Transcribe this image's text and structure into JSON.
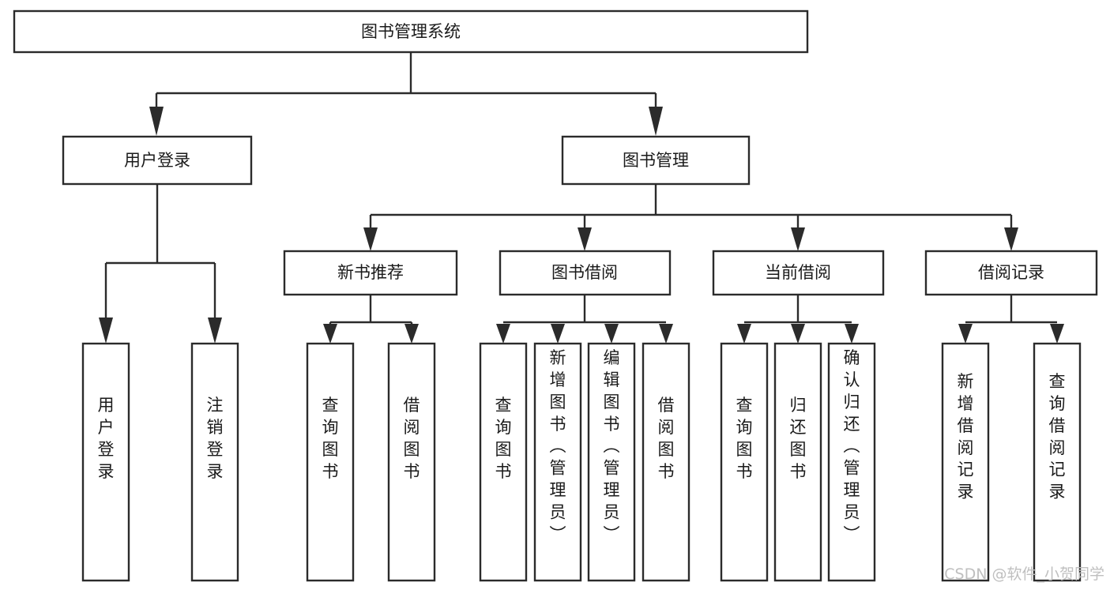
{
  "diagram": {
    "title": "图书管理系统",
    "type": "hierarchy-tree",
    "watermark": "CSDN @软件_小贺同学",
    "levels": {
      "root": {
        "label": "图书管理系统",
        "orientation": "horizontal"
      },
      "level1": [
        {
          "label": "用户登录",
          "orientation": "horizontal"
        },
        {
          "label": "图书管理",
          "orientation": "horizontal"
        }
      ],
      "level2": [
        {
          "label": "新书推荐",
          "orientation": "horizontal",
          "parent": "图书管理"
        },
        {
          "label": "图书借阅",
          "orientation": "horizontal",
          "parent": "图书管理"
        },
        {
          "label": "当前借阅",
          "orientation": "horizontal",
          "parent": "图书管理"
        },
        {
          "label": "借阅记录",
          "orientation": "horizontal",
          "parent": "图书管理"
        }
      ],
      "leaves": [
        {
          "label": "用户登录",
          "orientation": "vertical",
          "parent": "用户登录"
        },
        {
          "label": "注销登录",
          "orientation": "vertical",
          "parent": "用户登录"
        },
        {
          "label": "查询图书",
          "orientation": "vertical",
          "parent": "新书推荐"
        },
        {
          "label": "借阅图书",
          "orientation": "vertical",
          "parent": "新书推荐"
        },
        {
          "label": "查询图书",
          "orientation": "vertical",
          "parent": "图书借阅"
        },
        {
          "label": "新增图书（管理员）",
          "orientation": "vertical",
          "parent": "图书借阅"
        },
        {
          "label": "编辑图书（管理员）",
          "orientation": "vertical",
          "parent": "图书借阅"
        },
        {
          "label": "借阅图书",
          "orientation": "vertical",
          "parent": "图书借阅"
        },
        {
          "label": "查询图书",
          "orientation": "vertical",
          "parent": "当前借阅"
        },
        {
          "label": "归还图书",
          "orientation": "vertical",
          "parent": "当前借阅"
        },
        {
          "label": "确认归还（管理员）",
          "orientation": "vertical",
          "parent": "当前借阅"
        },
        {
          "label": "新增借阅记录",
          "orientation": "vertical",
          "parent": "借阅记录"
        },
        {
          "label": "查询借阅记录",
          "orientation": "vertical",
          "parent": "借阅记录"
        }
      ]
    },
    "colors": {
      "box_fill": "#ffffff",
      "box_stroke": "#2b2b2b",
      "text": "#1a1a1a",
      "connector": "#2b2b2b",
      "watermark": "#bfbfbf",
      "canvas": "#ffffff"
    }
  }
}
